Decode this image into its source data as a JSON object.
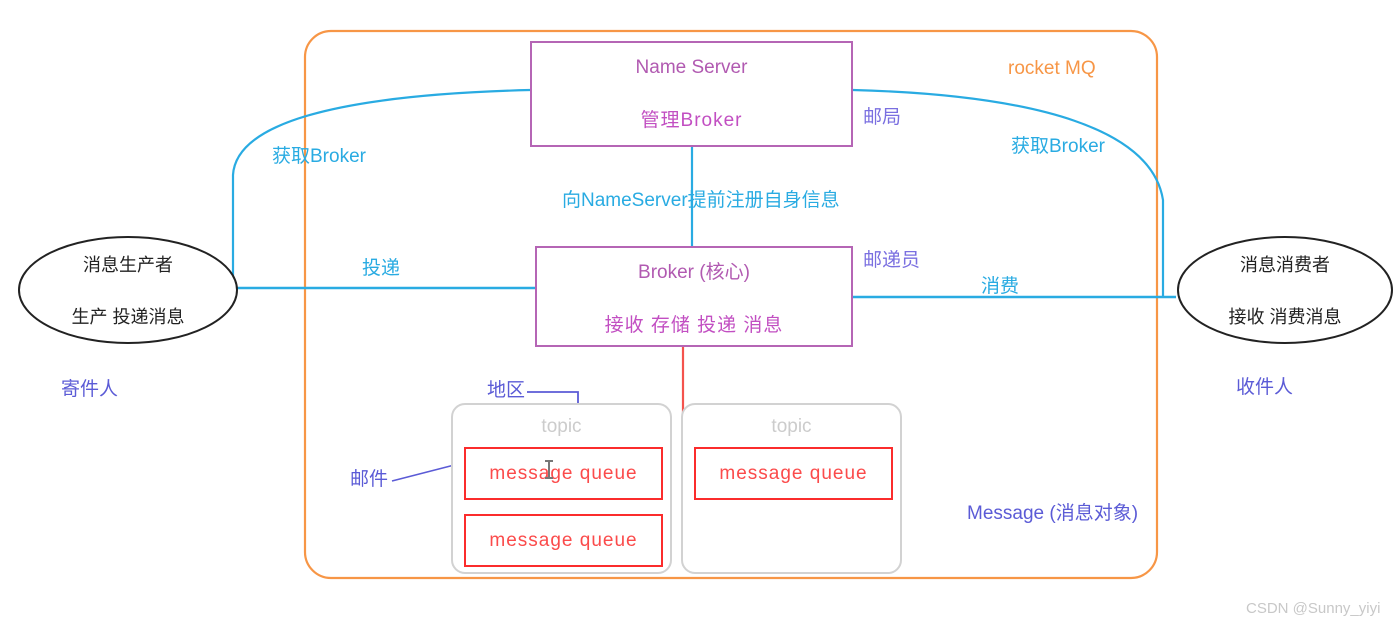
{
  "diagram": {
    "title_watermark": "CSDN @Sunny_yiyi",
    "container_label": "rocket MQ",
    "colors": {
      "container": "#f79646",
      "flow_blue": "#29abe2",
      "box_purple": "#b565b5",
      "text_violet": "#5b5bd6",
      "queue_red": "#fb2c2c",
      "topic_gray": "#cccccc",
      "ellipse_black": "#222222"
    },
    "nodes": {
      "name_server": {
        "title": "Name Server",
        "subtitle": "管理Broker",
        "role_label": "邮局"
      },
      "broker": {
        "title": "Broker (核心)",
        "subtitle": "接收 存储 投递 消息",
        "role_label": "邮递员"
      },
      "producer": {
        "title": "消息生产者",
        "subtitle": "生产 投递消息",
        "role_label": "寄件人"
      },
      "consumer": {
        "title": "消息消费者",
        "subtitle": "接收 消费消息",
        "role_label": "收件人"
      }
    },
    "edges": {
      "producer_fetch_broker": "获取Broker",
      "consumer_fetch_broker": "获取Broker",
      "broker_register": "向NameServer提前注册自身信息",
      "producer_send": "投递",
      "consumer_consume": "消费"
    },
    "topics": [
      {
        "name": "topic",
        "queues": [
          "message  queue",
          "message  queue"
        ]
      },
      {
        "name": "topic",
        "queues": [
          "message  queue"
        ]
      }
    ],
    "annotations": {
      "region": "地区",
      "mail": "邮件",
      "message_object": "Message (消息对象)"
    }
  }
}
